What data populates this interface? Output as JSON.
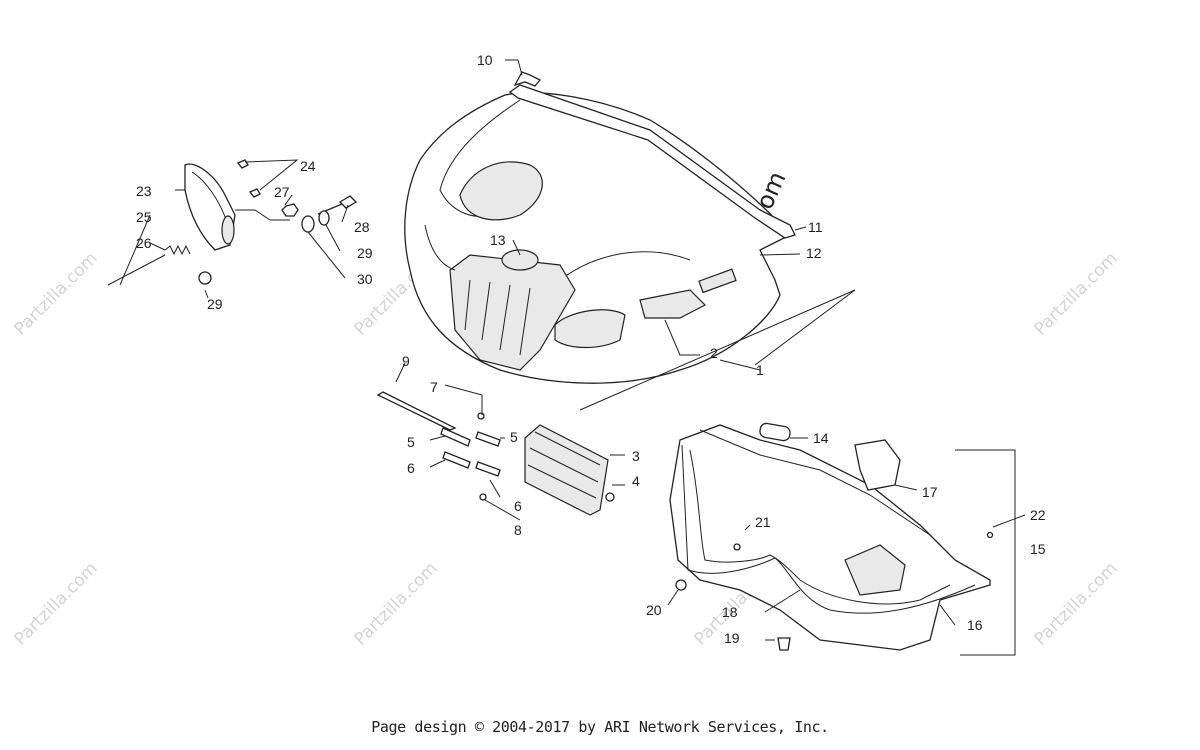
{
  "watermark": {
    "text": "Partzilla.com",
    "center_text": "© Partzilla.com"
  },
  "callouts": {
    "c1": "1",
    "c2": "2",
    "c3": "3",
    "c4": "4",
    "c5a": "5",
    "c5b": "5",
    "c6a": "6",
    "c6b": "6",
    "c7": "7",
    "c8": "8",
    "c9": "9",
    "c10": "10",
    "c11": "11",
    "c12": "12",
    "c13": "13",
    "c14": "14",
    "c15": "15",
    "c16": "16",
    "c17": "17",
    "c18": "18",
    "c19": "19",
    "c20": "20",
    "c21": "21",
    "c22": "22",
    "c23": "23",
    "c24": "24",
    "c25": "25",
    "c26": "26",
    "c27": "27",
    "c28": "28",
    "c29a": "29",
    "c29b": "29",
    "c30": "30"
  },
  "footer": {
    "text": "Page design © 2004-2017 by ARI Network Services, Inc."
  }
}
